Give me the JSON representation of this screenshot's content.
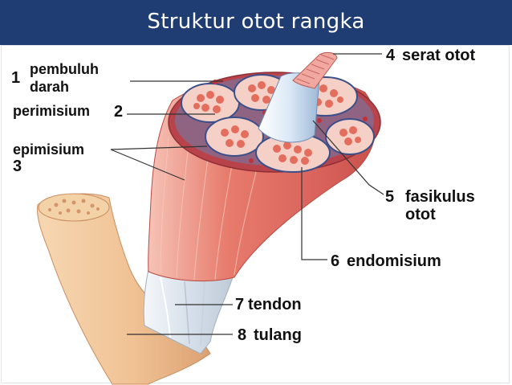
{
  "title": "Struktur otot rangka",
  "labels": {
    "l1_num": "1",
    "l1_text_a": "pembuluh",
    "l1_text_b": "darah",
    "l2_text": "perimisium",
    "l2_num": "2",
    "l3_text": "epimisium",
    "l3_num": "3",
    "l4_num": "4",
    "l4_text": "serat otot",
    "l5_num": "5",
    "l5_text_a": "fasikulus",
    "l5_text_b": "otot",
    "l6_num": "6",
    "l6_text": "endomisium",
    "l7_num": "7",
    "l7_text": "tendon",
    "l8_num": "8",
    "l8_text": "tulang"
  },
  "colors": {
    "title_bar": "#1f3c73",
    "muscle": "#d9635c",
    "muscle_light": "#f2b3a8",
    "fascicle": "#f4d0c6",
    "fiber": "#e46e5e",
    "bone": "#f1c89c",
    "tendon": "#dfe6ee"
  }
}
